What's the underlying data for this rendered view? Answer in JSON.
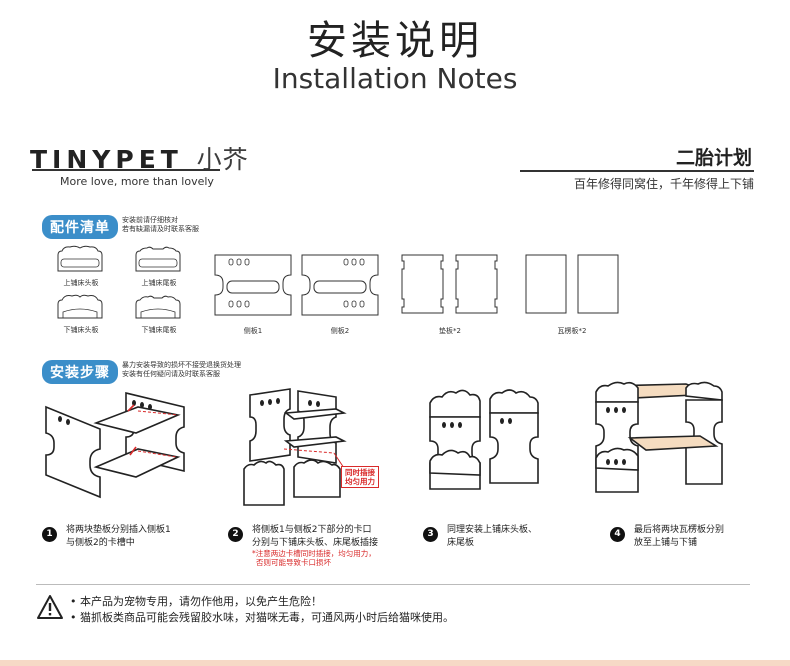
{
  "header": {
    "title_cn": "安装说明",
    "title_en": "Installation Notes"
  },
  "brand": {
    "name": "TINYPET",
    "name_cn": "小芥",
    "tagline": "More love, more than lovely"
  },
  "product": {
    "title": "二胎计划",
    "subtitle": "百年修得同窝住，千年修得上下铺"
  },
  "parts": {
    "badge": "配件清单",
    "note_line1": "安装前请仔细核对",
    "note_line2": "若有缺漏请及时联系客服",
    "items": [
      "上铺床头板",
      "上铺床尾板",
      "下铺床头板",
      "下铺床尾板",
      "侧板1",
      "侧板2",
      "垫板*2",
      "瓦楞板*2"
    ]
  },
  "steps": {
    "badge": "安装步骤",
    "note_line1": "暴力安装导致的损坏不接受退换货处理",
    "note_line2": "安装有任何疑问请及时联系客服",
    "callout_line1": "同时插接",
    "callout_line2": "均匀用力",
    "list": [
      {
        "num": "1",
        "line1": "将两块垫板分别插入侧板1",
        "line2": "与侧板2的卡槽中"
      },
      {
        "num": "2",
        "line1": "将侧板1与侧板2下部分的卡口",
        "line2": "分别与下铺床头板、床尾板插接",
        "warn1": "*注意两边卡槽同时插接，均匀用力，",
        "warn2": "否则可能导致卡口损坏"
      },
      {
        "num": "3",
        "line1": "同理安装上铺床头板、",
        "line2": "床尾板"
      },
      {
        "num": "4",
        "line1": "最后将两块瓦楞板分别",
        "line2": "放至上铺与下铺"
      }
    ]
  },
  "warnings": {
    "line1": "• 本产品为宠物专用，请勿作他用，以免产生危险！",
    "line2": "• 猫抓板类商品可能会残留胶水味，对猫咪无毒，可通风两小时后给猫咪使用。"
  },
  "colors": {
    "accent": "#3b8ec9",
    "warning_red": "#d92a2a",
    "wood": "#f5dcc0",
    "bottom_strip": "#f6d9c6"
  }
}
